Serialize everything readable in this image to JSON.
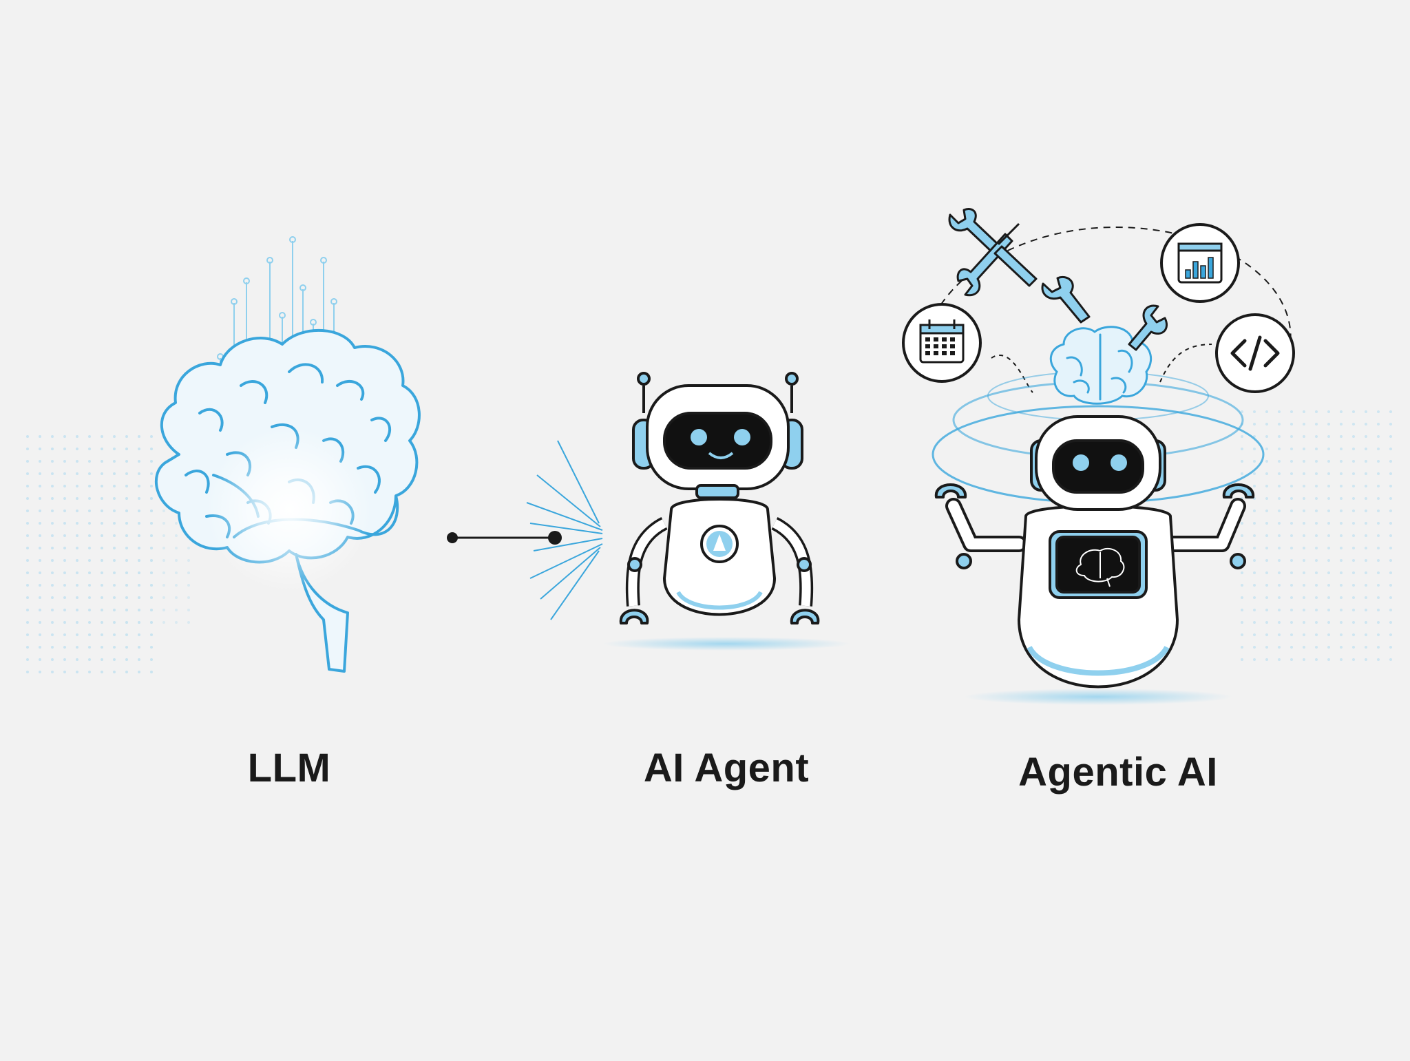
{
  "labels": {
    "llm": "LLM",
    "ai_agent": "AI Agent",
    "agentic_ai": "Agentic AI"
  },
  "colors": {
    "background": "#f2f2f2",
    "accent_blue": "#3aa6dc",
    "light_blue": "#8fd0ee",
    "outline": "#1a1a1a",
    "screen": "#111111",
    "white": "#ffffff"
  },
  "icons": [
    "brain-icon",
    "robot-icon",
    "wrench-icon",
    "calendar-icon",
    "chart-icon",
    "code-icon"
  ]
}
